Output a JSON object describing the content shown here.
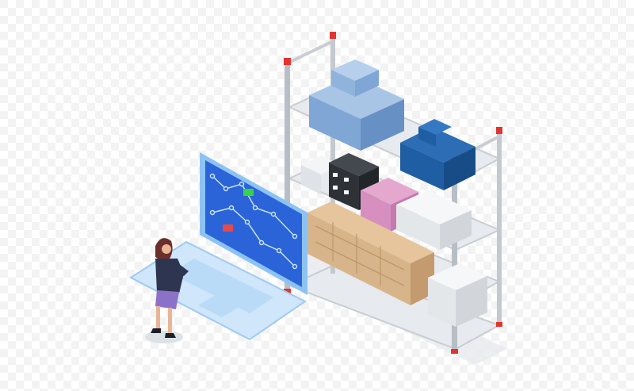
{
  "scene": {
    "subject": "isometric-warehouse-inventory-illustration",
    "colors": {
      "background": "#ffffff",
      "checker": "#f1f1f1",
      "rack": "#c9cdd3",
      "rack_dark": "#9ea4ad",
      "rack_cap": "#e0342f",
      "shelf_top": "#e7eaee",
      "laptop_body": "#cfe6fb",
      "laptop_screen": "#2b63d9",
      "screen_border": "#8cc3f4",
      "chart_line": "#c8e4ff",
      "flag_green": "#35d24a",
      "flag_red": "#e24b4b",
      "box_light_blue": "#8fb3db",
      "box_dark_blue": "#1f5ea3",
      "box_black": "#2e3237",
      "box_pink": "#d68fbf",
      "box_white": "#eef0f2",
      "box_cardboard": "#d8b48a",
      "person_jacket": "#2e3550",
      "person_skirt": "#8b72c8",
      "person_hair": "#6b2e2a"
    },
    "elements": [
      "storage-rack",
      "laptop-dashboard",
      "analyst-person",
      "inventory-boxes"
    ]
  }
}
